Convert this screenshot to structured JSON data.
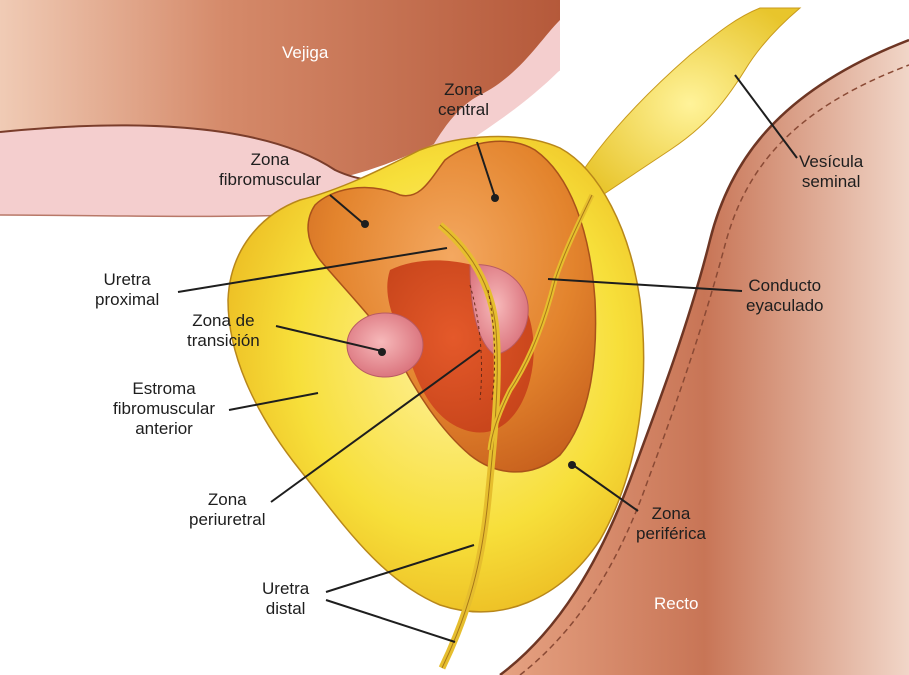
{
  "labels": {
    "vejiga": "Vejiga",
    "recto": "Recto",
    "zona_central": [
      "Zona",
      "central"
    ],
    "zona_fibromuscular": [
      "Zona",
      "fibromuscular"
    ],
    "vesicula_seminal": [
      "Vesícula",
      "seminal"
    ],
    "uretra_proximal": [
      "Uretra",
      "proximal"
    ],
    "conducto_eyaculado": [
      "Conducto",
      "eyaculado"
    ],
    "zona_de_transicion": [
      "Zona de",
      "transición"
    ],
    "estroma": [
      "Estroma",
      "fibromuscular",
      "anterior"
    ],
    "zona_periuretral": [
      "Zona",
      "periuretral"
    ],
    "zona_periferica": [
      "Zona",
      "periférica"
    ],
    "uretra_distal": [
      "Uretra",
      "distal"
    ]
  },
  "colors": {
    "bladder": "#c8785a",
    "bladder_lining": "#f3cccc",
    "rectum": "#c27352",
    "peripheral_zone": "#f6df3a",
    "central_zone": "#e58a30",
    "transition_zone": "#ec9a9e",
    "urethra_duct": "#e8c93a",
    "leader_lines": "#1e1e1e"
  }
}
